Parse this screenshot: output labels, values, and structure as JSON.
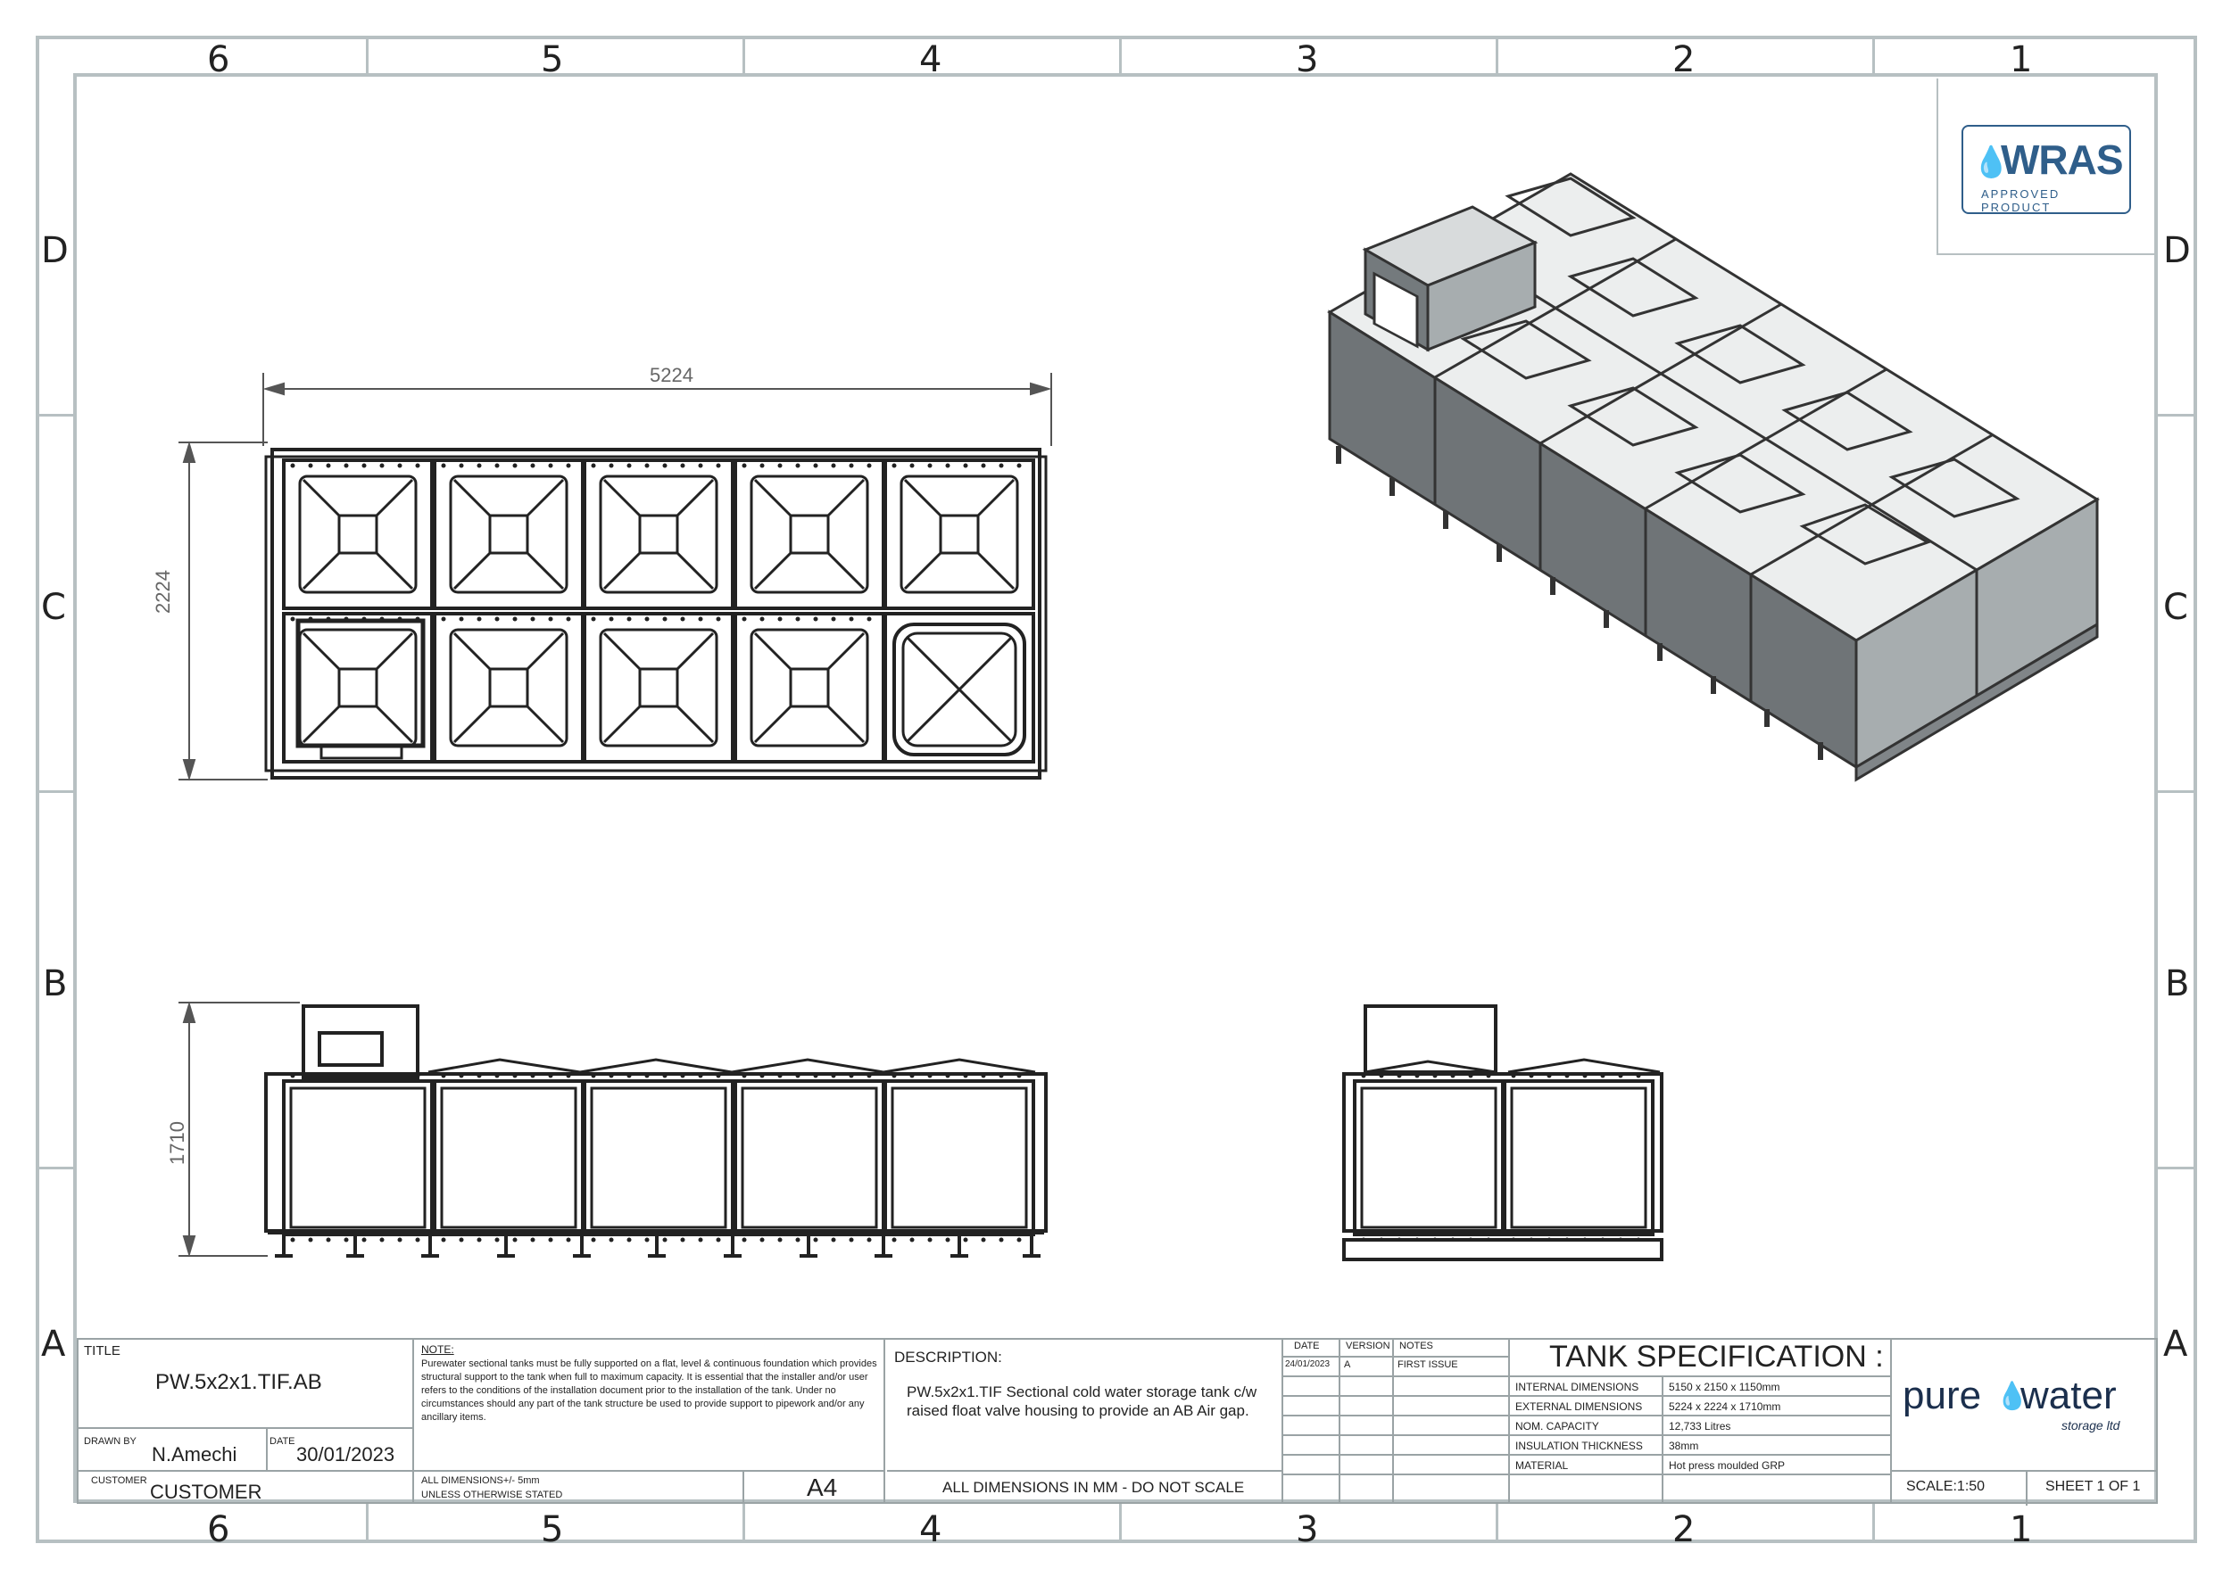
{
  "zones": {
    "top": [
      "6",
      "5",
      "4",
      "3",
      "2",
      "1"
    ],
    "bottom": [
      "6",
      "5",
      "4",
      "3",
      "2",
      "1"
    ],
    "left": [
      "D",
      "C",
      "B",
      "A"
    ],
    "right": [
      "D",
      "C",
      "B",
      "A"
    ]
  },
  "dimensions": {
    "width": "5224",
    "height_plan": "2224",
    "height_elev": "1710"
  },
  "logos": {
    "wras_title": "WRAS",
    "wras_sub": "APPROVED PRODUCT",
    "purewater_a": "pure",
    "purewater_b": "water",
    "purewater_sub": "storage ltd",
    "wras_icon": "water-drop-icon",
    "purewater_icon": "water-drop-icon"
  },
  "title_block": {
    "title_label": "TITLE",
    "title_value": "PW.5x2x1.TIF.AB",
    "drawn_by_label": "DRAWN BY",
    "drawn_by_value": "N.Amechi",
    "date_label": "DATE",
    "date_value": "30/01/2023",
    "customer_label": "CUSTOMER",
    "customer_value": "CUSTOMER",
    "note_label": "NOTE:",
    "note_text": "Purewater sectional tanks must be fully supported on a flat, level & continuous foundation which provides structural support to the tank when full to maximum capacity. It is essential that the installer and/or user refers to the conditions of the installation document prior to the installation of the tank. Under no circumstances should any part of the tank structure be used to provide support to pipework and/or any ancillary items.",
    "tolerance_1": "ALL DIMENSIONS+/- 5mm",
    "tolerance_2": "UNLESS OTHERWISE STATED",
    "sheet_size": "A4",
    "description_label": "DESCRIPTION:",
    "description_text": "PW.5x2x1.TIF Sectional cold water storage tank c/w raised float valve housing to provide an AB Air gap.",
    "dimensions_note": "ALL DIMENSIONS IN MM - DO NOT SCALE",
    "rev_headers": [
      "DATE",
      "VERSION",
      "NOTES"
    ],
    "rev_row": [
      "24/01/2023",
      "A",
      "FIRST ISSUE"
    ],
    "spec_title": "TANK SPECIFICATION :",
    "spec_rows": [
      {
        "label": "INTERNAL DIMENSIONS",
        "value": "5150 x 2150 x 1150mm"
      },
      {
        "label": "EXTERNAL DIMENSIONS",
        "value": "5224 x 2224 x 1710mm"
      },
      {
        "label": "NOM. CAPACITY",
        "value": "12,733 Litres"
      },
      {
        "label": "INSULATION THICKNESS",
        "value": "38mm"
      },
      {
        "label": "MATERIAL",
        "value": "Hot press moulded GRP"
      }
    ],
    "scale": "SCALE:1:50",
    "sheet": "SHEET 1 OF 1"
  }
}
